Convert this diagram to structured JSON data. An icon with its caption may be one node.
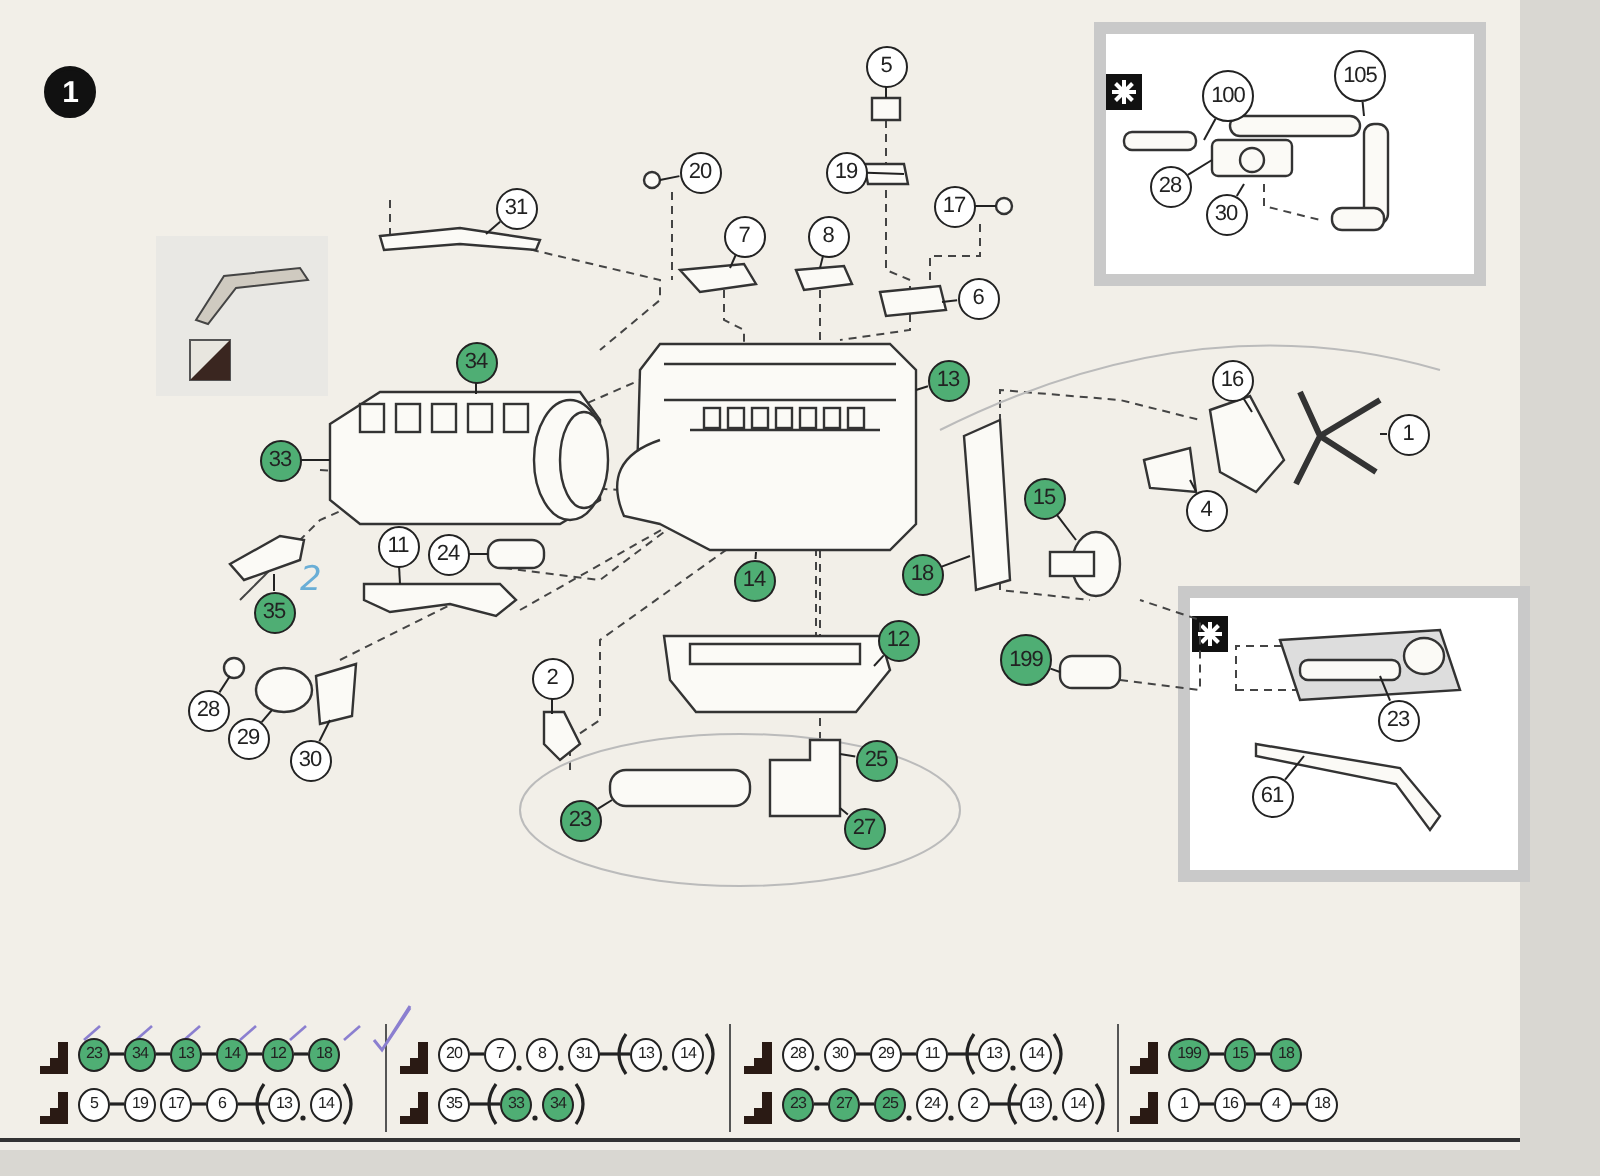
{
  "diagram": {
    "nodes": [
      {
        "text": [
          "1"
        ]
      },
      {
        "text": [
          "31"
        ]
      },
      {
        "text": [
          "20"
        ]
      },
      {
        "text": [
          "5"
        ]
      },
      {
        "text": [
          "19"
        ]
      },
      {
        "text": [
          "7"
        ]
      },
      {
        "text": [
          "8"
        ]
      },
      {
        "text": [
          "17"
        ]
      },
      {
        "text": [
          "6"
        ]
      },
      {
        "text": [
          "13"
        ]
      },
      {
        "text": [
          "34"
        ]
      },
      {
        "text": [
          "33"
        ]
      },
      {
        "text": [
          "24"
        ]
      },
      {
        "text": [
          "11"
        ]
      },
      {
        "text": [
          "35"
        ]
      },
      {
        "text": [
          "14"
        ]
      },
      {
        "text": [
          "16"
        ]
      },
      {
        "text": [
          "4"
        ]
      },
      {
        "text": [
          "1"
        ]
      },
      {
        "text": [
          "15"
        ]
      },
      {
        "text": [
          "18"
        ]
      },
      {
        "text": [
          "12"
        ]
      },
      {
        "text": [
          "199"
        ]
      },
      {
        "text": [
          "2"
        ]
      },
      {
        "text": [
          "28"
        ]
      },
      {
        "text": [
          "29"
        ]
      },
      {
        "text": [
          "30"
        ]
      },
      {
        "text": [
          "25"
        ]
      },
      {
        "text": [
          "23"
        ]
      },
      {
        "text": [
          "27"
        ]
      },
      {
        "text": [
          "100"
        ]
      },
      {
        "text": [
          "105"
        ]
      },
      {
        "text": [
          "28"
        ]
      },
      {
        "text": [
          "30"
        ]
      },
      {
        "text": [
          "23"
        ]
      },
      {
        "text": [
          "61"
        ]
      },
      {
        "text": [
          "23"
        ]
      },
      {
        "text": [
          "34"
        ]
      },
      {
        "text": [
          "13"
        ]
      },
      {
        "text": [
          "14"
        ]
      },
      {
        "text": [
          "12"
        ]
      },
      {
        "text": [
          "18"
        ]
      },
      {
        "text": [
          "5"
        ]
      },
      {
        "text": [
          "19"
        ]
      },
      {
        "text": [
          "17"
        ]
      },
      {
        "text": [
          "6"
        ]
      },
      {
        "text": [
          "13"
        ]
      },
      {
        "text": [
          "14"
        ]
      },
      {
        "text": [
          "20"
        ]
      },
      {
        "text": [
          "7"
        ]
      },
      {
        "text": [
          "8"
        ]
      },
      {
        "text": [
          "31"
        ]
      },
      {
        "text": [
          "13"
        ]
      },
      {
        "text": [
          "14"
        ]
      },
      {
        "text": [
          "35"
        ]
      },
      {
        "text": [
          "33"
        ]
      },
      {
        "text": [
          "34"
        ]
      },
      {
        "text": [
          "28"
        ]
      },
      {
        "text": [
          "30"
        ]
      },
      {
        "text": [
          "29"
        ]
      },
      {
        "text": [
          "11"
        ]
      },
      {
        "text": [
          "13"
        ]
      },
      {
        "text": [
          "14"
        ]
      },
      {
        "text": [
          "23"
        ]
      },
      {
        "text": [
          "27"
        ]
      },
      {
        "text": [
          "25"
        ]
      },
      {
        "text": [
          "24"
        ]
      },
      {
        "text": [
          "2"
        ]
      },
      {
        "text": [
          "13"
        ]
      },
      {
        "text": [
          "14"
        ]
      },
      {
        "text": [
          "199"
        ]
      },
      {
        "text": [
          "15"
        ]
      },
      {
        "text": [
          "18"
        ]
      },
      {
        "text": [
          "1"
        ]
      },
      {
        "text": [
          "16"
        ]
      },
      {
        "text": [
          "4"
        ]
      },
      {
        "text": [
          "18"
        ]
      }
    ],
    "edges": [
      {
        "from": 1,
        "to": null,
        "arrow": "none"
      },
      {
        "from": 2,
        "to": null,
        "arrow": "none"
      },
      {
        "from": 3,
        "to": null,
        "arrow": "none"
      },
      {
        "from": 4,
        "to": null,
        "arrow": "none"
      },
      {
        "from": 5,
        "to": null,
        "arrow": "none"
      },
      {
        "from": 6,
        "to": null,
        "arrow": "none"
      },
      {
        "from": 7,
        "to": null,
        "arrow": "none"
      },
      {
        "from": 8,
        "to": null,
        "arrow": "none"
      },
      {
        "from": 9,
        "to": null,
        "arrow": "none"
      },
      {
        "from": 10,
        "to": null,
        "arrow": "none"
      },
      {
        "from": 11,
        "to": null,
        "arrow": "none"
      },
      {
        "from": 12,
        "to": null,
        "arrow": "none"
      },
      {
        "from": 13,
        "to": null,
        "arrow": "none"
      },
      {
        "from": 14,
        "to": null,
        "arrow": "none"
      },
      {
        "from": 15,
        "to": null,
        "arrow": "none"
      },
      {
        "from": 16,
        "to": null,
        "arrow": "none"
      },
      {
        "from": 17,
        "to": null,
        "arrow": "none"
      },
      {
        "from": 18,
        "to": null,
        "arrow": "none"
      },
      {
        "from": 19,
        "to": null,
        "arrow": "none"
      },
      {
        "from": 20,
        "to": null,
        "arrow": "none"
      },
      {
        "from": 21,
        "to": null,
        "arrow": "none"
      },
      {
        "from": 22,
        "to": null,
        "arrow": "none"
      },
      {
        "from": 23,
        "to": null,
        "arrow": "none"
      },
      {
        "from": 24,
        "to": null,
        "arrow": "none"
      },
      {
        "from": 25,
        "to": null,
        "arrow": "none"
      },
      {
        "from": 26,
        "to": null,
        "arrow": "none"
      },
      {
        "from": 27,
        "to": null,
        "arrow": "none"
      },
      {
        "from": 28,
        "to": null,
        "arrow": "none"
      },
      {
        "from": 29,
        "to": null,
        "arrow": "none"
      },
      {
        "from": 30,
        "to": null,
        "arrow": "none"
      },
      {
        "from": 31,
        "to": null,
        "arrow": "none"
      },
      {
        "from": 32,
        "to": null,
        "arrow": "none"
      },
      {
        "from": 33,
        "to": null,
        "arrow": "none"
      },
      {
        "from": 34,
        "to": null,
        "arrow": "none"
      },
      {
        "from": 35,
        "to": null,
        "arrow": "none"
      },
      {
        "from": 36,
        "to": 37,
        "arrow": "none"
      },
      {
        "from": 37,
        "to": 38,
        "arrow": "none"
      },
      {
        "from": 38,
        "to": 39,
        "arrow": "none"
      },
      {
        "from": 39,
        "to": 40,
        "arrow": "none"
      },
      {
        "from": 40,
        "to": 41,
        "arrow": "none"
      },
      {
        "from": 42,
        "to": 43,
        "arrow": "none"
      },
      {
        "from": 44,
        "to": 45,
        "arrow": "none"
      },
      {
        "from": 45,
        "to": 46,
        "arrow": "none"
      },
      {
        "from": 48,
        "to": 49,
        "arrow": "none"
      },
      {
        "from": 51,
        "to": 52,
        "arrow": "none"
      },
      {
        "from": 54,
        "to": 55,
        "arrow": "none"
      },
      {
        "from": 58,
        "to": 59,
        "arrow": "none"
      },
      {
        "from": 59,
        "to": 60,
        "arrow": "none"
      },
      {
        "from": 60,
        "to": 61,
        "arrow": "none"
      },
      {
        "from": 63,
        "to": 64,
        "arrow": "none"
      },
      {
        "from": 64,
        "to": 65,
        "arrow": "none"
      },
      {
        "from": 67,
        "to": 68,
        "arrow": "none"
      },
      {
        "from": 70,
        "to": 71,
        "arrow": "none"
      },
      {
        "from": 71,
        "to": 72,
        "arrow": "none"
      },
      {
        "from": 73,
        "to": 74,
        "arrow": "none"
      },
      {
        "from": 74,
        "to": 75,
        "arrow": "none"
      },
      {
        "from": 75,
        "to": 76,
        "arrow": "none"
      }
    ],
    "labels": [
      "2"
    ]
  }
}
